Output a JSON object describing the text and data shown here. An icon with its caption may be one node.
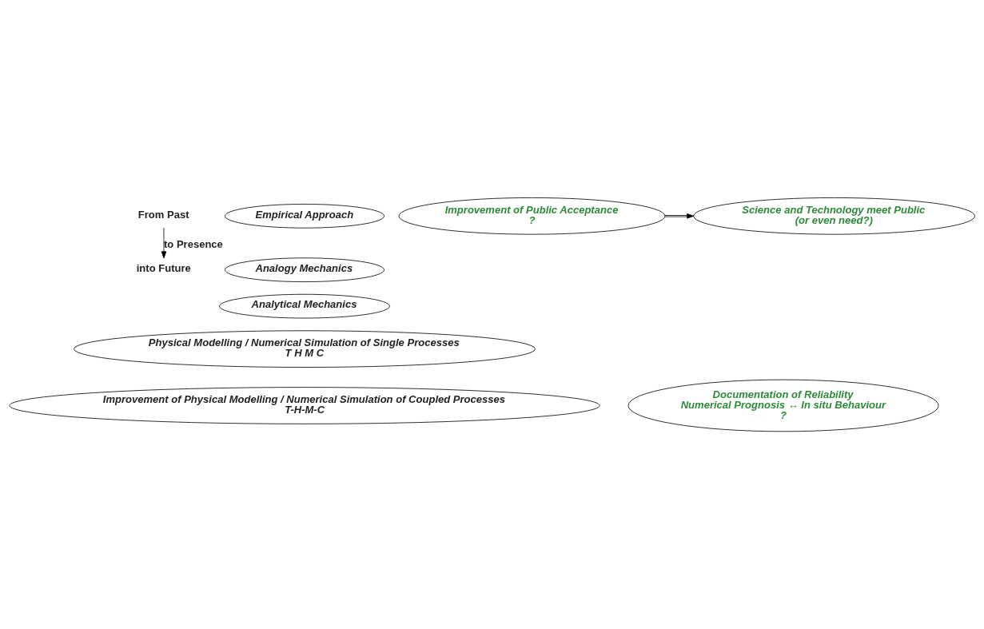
{
  "diagram": {
    "nodes": [
      {
        "text": [
          "Empirical Approach"
        ]
      },
      {
        "text": [
          "Analogy Mechanics"
        ]
      },
      {
        "text": [
          "Analytical Mechanics"
        ]
      },
      {
        "text": [
          "Physical Modelling / Numerical Simulation of Single Processes",
          "T H M C"
        ]
      },
      {
        "text": [
          "Improvement of Physical Modelling / Numerical Simulation of Coupled Processes",
          "T-H-M-C"
        ]
      },
      {
        "text": [
          "Documentation of Reliability",
          "Numerical Prognosis ↔ In situ Behaviour",
          "?"
        ]
      },
      {
        "text": [
          "Improvement of Public Acceptance",
          "?"
        ]
      },
      {
        "text": [
          "Science and Technology meet Public",
          "(or even need?)"
        ]
      },
      {
        "text": [
          "From Past"
        ]
      },
      {
        "text": [
          "into Future"
        ]
      }
    ],
    "edges": [
      {
        "from": 8,
        "to": 9,
        "arrow": "to",
        "label": "to Presence"
      },
      {
        "from": 6,
        "to": 7,
        "arrow": "to"
      }
    ]
  }
}
